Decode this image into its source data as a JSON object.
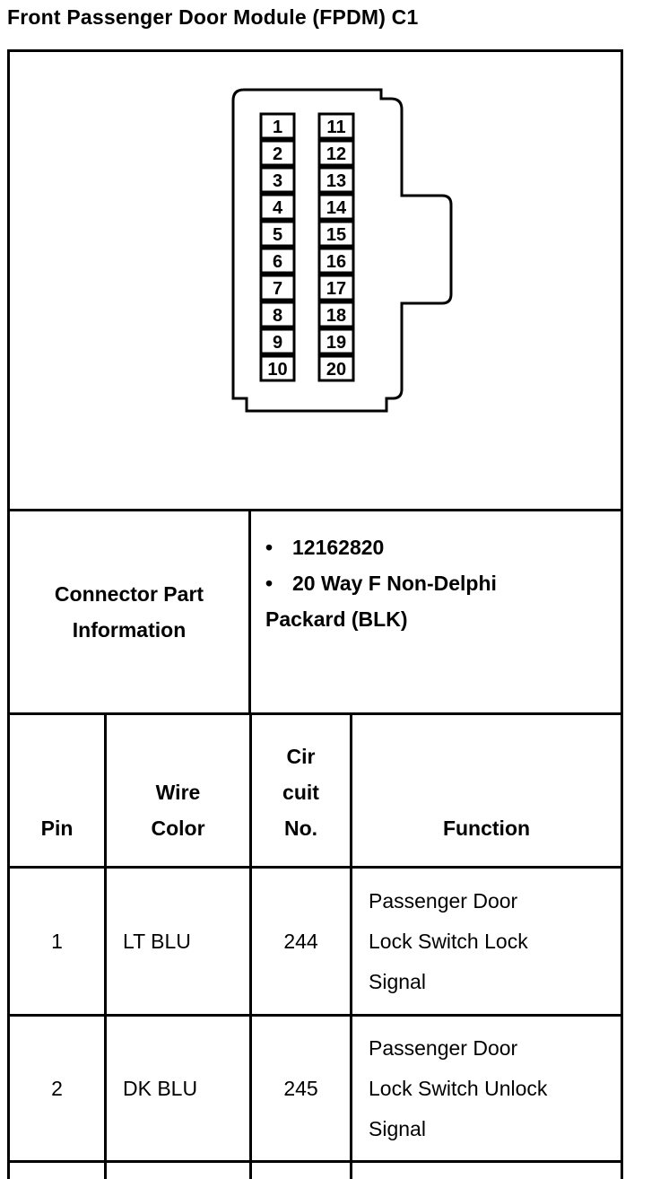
{
  "title": "Front Passenger Door Module (FPDM) C1",
  "bullet_char": "•",
  "connector": {
    "left_pins": [
      "1",
      "2",
      "3",
      "4",
      "5",
      "6",
      "7",
      "8",
      "9",
      "10"
    ],
    "right_pins": [
      "11",
      "12",
      "13",
      "14",
      "15",
      "16",
      "17",
      "18",
      "19",
      "20"
    ]
  },
  "part_info": {
    "label": "Connector Part Information",
    "bullets": [
      "12162820",
      "20 Way F Non-Delphi Packard (BLK)"
    ]
  },
  "pin_table": {
    "headers": [
      "Pin",
      "Wire Color",
      "Cir cuit No.",
      "Function"
    ],
    "rows": [
      {
        "pin": "1",
        "wire_color": "LT BLU",
        "circuit": "244",
        "function": "Passenger Door Lock Switch Lock Signal"
      },
      {
        "pin": "2",
        "wire_color": "DK BLU",
        "circuit": "245",
        "function": "Passenger Door Lock Switch Unlock Signal"
      }
    ]
  }
}
